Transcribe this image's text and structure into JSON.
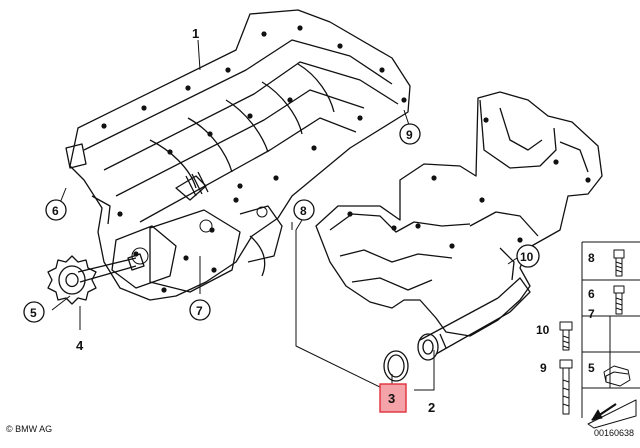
{
  "callouts": {
    "c1": "1",
    "c2": "2",
    "c3": "3",
    "c4": "4",
    "c5": "5",
    "c6": "6",
    "c7": "7",
    "c8": "8",
    "c9": "9",
    "c10": "10"
  },
  "legend": {
    "l8": "8",
    "l6": "6",
    "l7": "7",
    "l10": "10",
    "l5": "5",
    "l9": "9"
  },
  "footer": {
    "brand": "© BMW AG",
    "doc_id": "00160638"
  },
  "colors": {
    "line": "#111111",
    "highlight_fill": "#f4a3a8",
    "highlight_stroke": "#e0303a"
  },
  "icons": [
    "bmw-logo",
    "part-outline-icon",
    "bolt-icon",
    "nut-icon",
    "wedge-arrow-icon"
  ]
}
